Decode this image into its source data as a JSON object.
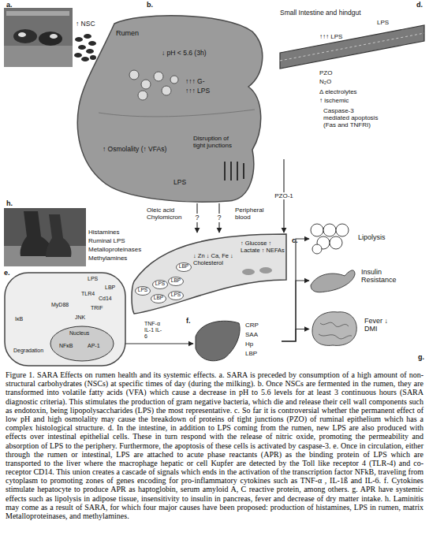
{
  "diagram": {
    "caption": "Figure 1. SARA Effects on rumen health and its systemic effects. a. SARA is preceded by consumption of a high amount of non-structural carbohydrates (NSCs) at specific times of day (during the milking). b. Once NSCs are fermented in the rumen, they are transformed into volatile fatty acids (VFA) which cause a decrease in pH to 5.6 levels for at least 3 continuous hours (SARA diagnostic criteria). This stimulates the production of gram negative bacteria, which die and release their cell wall components such as endotoxin, being lipopolysaccharides (LPS) the most representative. c. So far it is controversial whether the permanent effect of low pH and high osmolality may cause the breakdown of proteins of tight junctions (PZO) of ruminal epithelium which has a complex histological structure. d. In the intestine, in addition to LPS coming from the rumen, new LPS are also produced with effects over intestinal epithelial cells. These in turn respond with the release of nitric oxide, promoting the permeability and absorption of LPS to the periphery. Furthermore, the apoptosis of these cells is activated by caspase-3. e. Once in circulation, either through the rumen or intestinal, LPS are attached to acute phase reactants (APR) as the binding protein of LPS which are transported to the liver where the macrophage hepatic or cell Kupfer are detected by the Toll like receptor 4 (TLR-4) and co-receptor CD14. This union creates a cascade of signals which ends in the activation of the transcription factor NFkB, traveling from cytoplasm to promoting zones of genes encoding for pro-inflammatory cytokines such as TNF-α , IL-1ß and IL-6. f. Cytokines stimulate hepatocyte to produce APR as haptoglobin, serum amyloid A, C reactive protein, among others. g. APR have systemic effects such as lipolysis in adipose tissue, insensitivity to insulin in pancreas, fever and decrease of dry matter intake. h. Laminitis may come as a result of SARA, for which four major causes have been proposed: production of histamines, LPS in rumen, matrix Metalloproteinases, and methylamines.",
    "nodes": [
      {
        "text": [
          "Rumen",
          "↓ pH < 5.6 (3h)",
          "↑↑↑ G-",
          "↑↑↑ LPS",
          "↑ Osmolality (↑ VFAs)",
          "Disruption of tight junctions",
          "LPS"
        ]
      },
      {
        "text": [
          "Small Intestine and hindgut",
          "↑↑↑ LPS",
          "LPS",
          "PZO",
          "N₂O",
          "Δ electrolytes",
          "↑ ischemic",
          "Caspase-3 mediated apoptosis (Fas and TNFRI)"
        ]
      },
      {
        "text": [
          "↓ Zn ↓ Ca, Fe ↓ Cholesterol",
          "↑ Glucose ↑ Lactate ↑ NEFAs"
        ]
      },
      {
        "text": [
          "LPS"
        ],
        "in": 2
      },
      {
        "text": [
          "LPS"
        ],
        "in": 2
      },
      {
        "text": [
          "LBP"
        ],
        "in": 2
      },
      {
        "text": [
          "LBP"
        ],
        "in": 2
      },
      {
        "text": [
          "LPS"
        ],
        "in": 2
      },
      {
        "text": [
          "LBP"
        ],
        "in": 2
      },
      {
        "text": [
          "LPS",
          "LBP",
          "TLR4",
          "Cd14",
          "TRIF",
          "MyD88",
          "IκB",
          "JNK",
          "Degradation"
        ]
      },
      {
        "text": [
          "Nucleus",
          "NFκB",
          "AP-1"
        ],
        "in": 9
      },
      {
        "text": [
          "CRP",
          "SAA",
          "Hp",
          "LBP"
        ]
      },
      {
        "text": [
          "Lipolysis"
        ]
      },
      {
        "text": [
          "Insulin Resistance"
        ]
      },
      {
        "text": [
          "Fever ↓ DMI"
        ]
      }
    ],
    "edges": [
      {
        "from": 0,
        "to": 2,
        "label": "?",
        "arrow": "to"
      },
      {
        "from": 0,
        "to": 2,
        "label": "?",
        "arrow": "to"
      },
      {
        "from": 1,
        "to": 2,
        "label": "PZO-1",
        "arrow": "to"
      },
      {
        "from": 10,
        "to": 11,
        "label": "TNF-α IL-1 IL-6",
        "arrow": "to"
      },
      {
        "from": 11,
        "to": 12,
        "arrow": "to"
      },
      {
        "from": 11,
        "to": 13,
        "arrow": "to"
      },
      {
        "from": 11,
        "to": 14,
        "arrow": "to"
      }
    ],
    "labels": [
      "a.",
      "↑ NSC",
      "b.",
      "d.",
      "h.",
      "Histamines",
      "Ruminal LPS",
      "Metalloproteinases",
      "Methylamines",
      "Oleic acid Chylomicron",
      "Peripheral blood",
      "c.",
      "e.",
      "f.",
      "g."
    ]
  }
}
